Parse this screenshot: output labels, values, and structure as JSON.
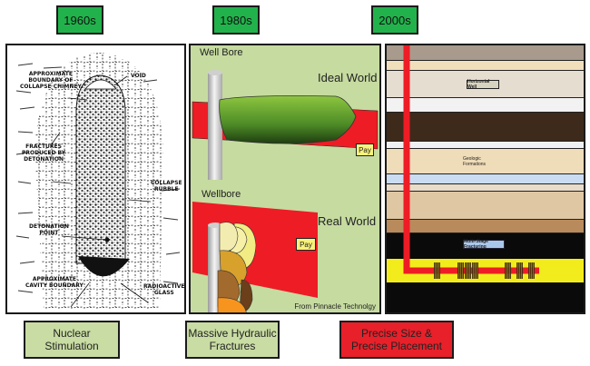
{
  "eras": [
    {
      "label": "1960s"
    },
    {
      "label": "1980s"
    },
    {
      "label": "2000s"
    }
  ],
  "nuclear_panel": {
    "labels": {
      "boundary_chimney": "APPROXIMATE\nBOUNDARY OF\nCOLLAPSE CHIMNEY",
      "void": "VOID",
      "fractures": "FRACTURES\nPRODUCED BY\nDETONATION",
      "collapse_rubble": "COLLAPSE\nRUBBLE",
      "detonation_point": "DETONATION\nPOINT",
      "cavity_boundary": "APPROXIMATE\nCAVITY BOUNDARY",
      "radioactive_glass": "RADIOACTIVE\nGLASS"
    }
  },
  "hydraulic_panel": {
    "well_bore_label": "Well Bore",
    "ideal_world_label": "Ideal World",
    "pay_label_top": "Pay",
    "wellbore_label": "Wellbore",
    "real_world_label": "Real World",
    "pay_label_bottom": "Pay",
    "credit": "From Pinnacle Technolgy"
  },
  "horizontal_panel": {
    "horizontal_well_label": "Horizontal Well",
    "geologic_formations_label": "Geologic Formations",
    "multi_stage_label": "Multi-Stage Fracturing",
    "frac_stages": 8
  },
  "captions": [
    {
      "text": "Nuclear\nStimulation"
    },
    {
      "text": "Massive Hydraulic\nFractures"
    },
    {
      "text": "Precise Size &\nPrecise Placement"
    }
  ],
  "colors": {
    "era_green": "#22b24c",
    "caption_green": "#c9dca3",
    "caption_red": "#e8202a",
    "pay_zone_red": "#ee1c25",
    "panel_bg_green": "#c6dba0",
    "well_red": "#ee1c25",
    "yellow_zone": "#f3ec1c"
  }
}
